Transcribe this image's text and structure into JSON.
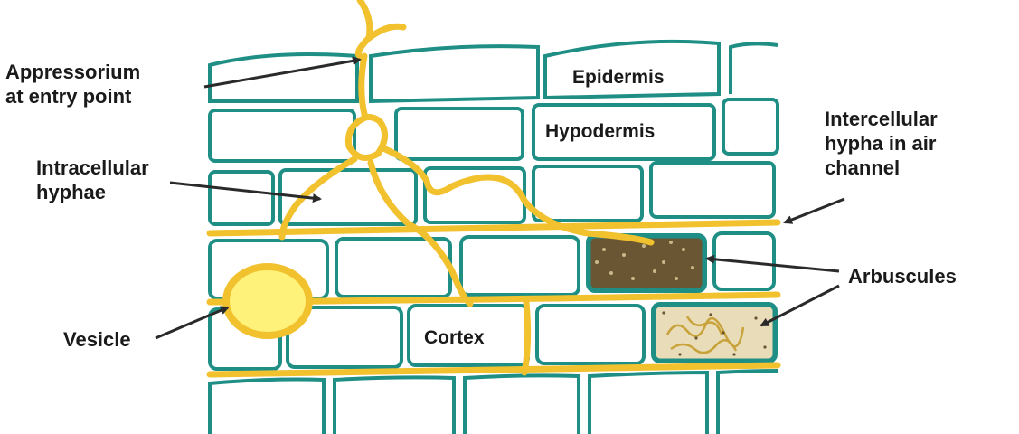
{
  "colors": {
    "cell_wall": "#1f8f86",
    "hypha": "#f2c12e",
    "vesicle_fill": "#fff27a",
    "arbuscule": "#5c4a2a",
    "arrow": "#2a2a2a",
    "text": "#1a1a1a"
  },
  "labels": {
    "appressorium": [
      "Appressorium",
      "at entry point"
    ],
    "intracellular": [
      "Intracellular",
      "hyphae"
    ],
    "vesicle": "Vesicle",
    "intercellular": [
      "Intercellular",
      "hypha in air",
      "channel"
    ],
    "arbuscules": "Arbuscules"
  },
  "cell_labels": {
    "epidermis": "Epidermis",
    "hypodermis": "Hypodermis",
    "cortex": "Cortex"
  }
}
